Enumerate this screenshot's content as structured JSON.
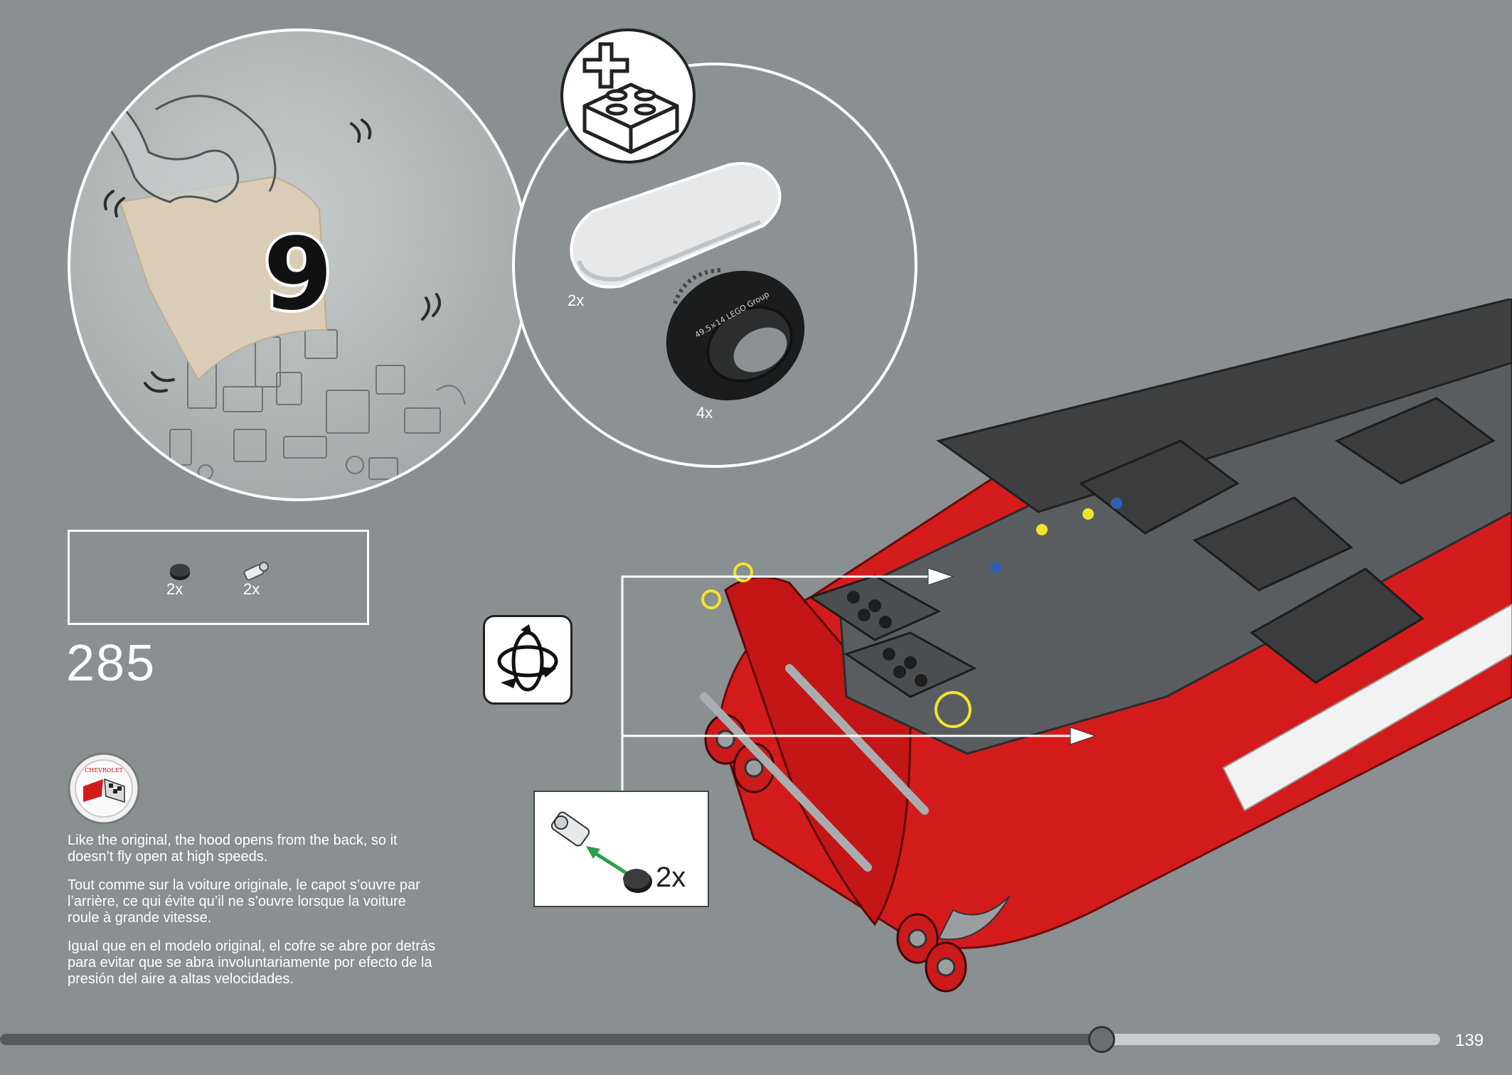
{
  "bag": {
    "number": "9"
  },
  "new_parts": {
    "items": [
      {
        "name": "curved-panel",
        "qty": "2x"
      },
      {
        "name": "tire",
        "qty": "4x",
        "tire_text": "49.5×14 LEGO Group"
      }
    ]
  },
  "parts_list": {
    "items": [
      {
        "name": "round-tile-black",
        "qty": "2x"
      },
      {
        "name": "pin-connector",
        "qty": "2x"
      }
    ]
  },
  "step": {
    "number": "285"
  },
  "badge": {
    "text": "CHEVROLET"
  },
  "subassembly": {
    "qty": "2x"
  },
  "descriptions": {
    "en": "Like the original, the hood opens from the back, so it doesn’t fly open at high speeds.",
    "fr": "Tout comme sur la voiture originale, le capot s’ouvre par l’arrière, ce qui évite qu’il ne s’ouvre lorsque la voiture roule à grande vitesse.",
    "es": "Igual que en el modelo original, el cofre se abre por detrás para evitar que se abra involuntariamente por efecto de la presión del aire a altas velocidades."
  },
  "footer": {
    "page_number": "139",
    "progress": 0.765
  },
  "colors": {
    "background": "#8a8f91",
    "car_red": "#d41b1b",
    "highlight": "#f1e52a",
    "arrow_green": "#2e9e4a"
  }
}
